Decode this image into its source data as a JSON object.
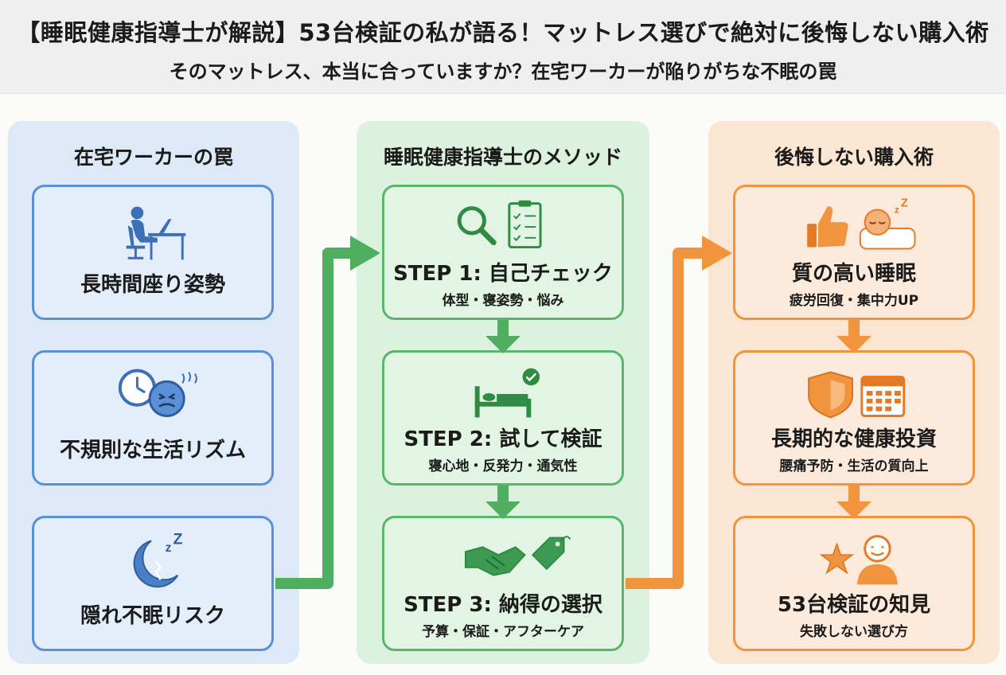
{
  "header": {
    "title": "【睡眠健康指導士が解説】53台検証の私が語る！マットレス選びで絶対に後悔しない購入術",
    "subtitle": "そのマットレス、本当に合っていますか？在宅ワーカーが陥りがちな不眠の罠"
  },
  "columns": [
    {
      "title": "在宅ワーカーの罠",
      "color": "#5b8fd6",
      "cards": [
        {
          "label": "長時間座り姿勢",
          "icon": "person-at-desk-icon"
        },
        {
          "label": "不規則な生活リズム",
          "icon": "clock-stressed-face-icon"
        },
        {
          "label": "隠れ不眠リスク",
          "icon": "broken-moon-zzz-icon"
        }
      ]
    },
    {
      "title": "睡眠健康指導士のメソッド",
      "color": "#4fae5f",
      "cards": [
        {
          "label": "STEP 1: 自己チェック",
          "sub": "体型・寝姿勢・悩み",
          "icon": "magnifier-checklist-icon"
        },
        {
          "label": "STEP 2: 試して検証",
          "sub": "寝心地・反発力・通気性",
          "icon": "bed-check-icon"
        },
        {
          "label": "STEP 3: 納得の選択",
          "sub": "予算・保証・アフターケア",
          "icon": "handshake-tag-icon"
        }
      ]
    },
    {
      "title": "後悔しない購入術",
      "color": "#f0953d",
      "cards": [
        {
          "label": "質の高い睡眠",
          "sub": "疲労回復・集中力UP",
          "icon": "thumbs-up-sleeping-face-icon"
        },
        {
          "label": "長期的な健康投資",
          "sub": "腰痛予防・生活の質向上",
          "icon": "shield-calendar-icon"
        },
        {
          "label": "53台検証の知見",
          "sub": "失敗しない選び方",
          "icon": "star-person-icon"
        }
      ]
    }
  ]
}
